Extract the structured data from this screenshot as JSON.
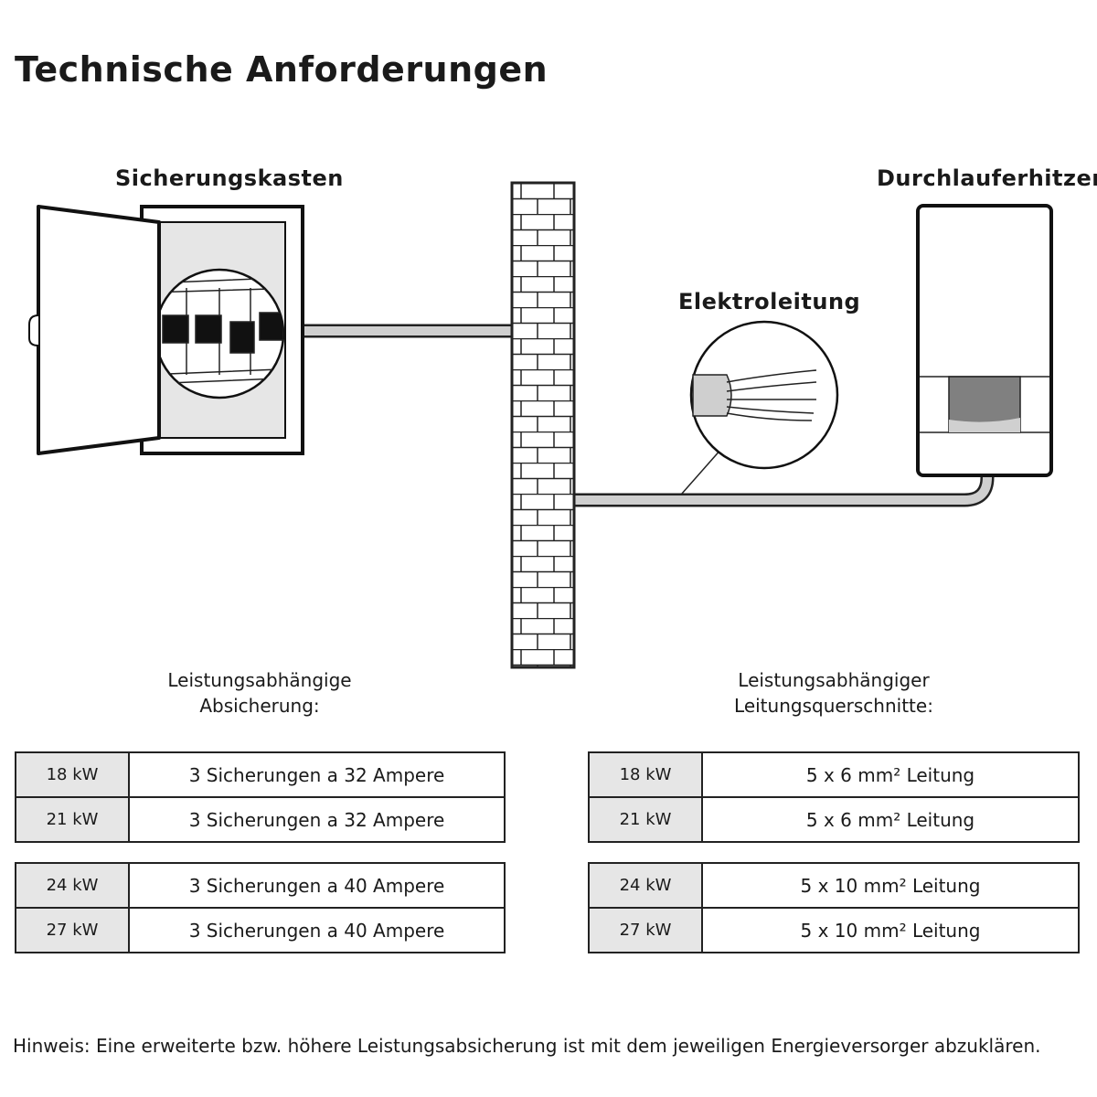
{
  "title": "Technische Anforderungen",
  "labels": {
    "fuse_box": "Sicherungskasten",
    "heater": "Durchlauferhitzer",
    "cable": "Elektroleitung"
  },
  "left_caption": [
    "Leistungsabhängige",
    "Absicherung:"
  ],
  "right_caption": [
    "Leistungsabhängiger",
    "Leitungsquerschnitte:"
  ],
  "fuse_tables": [
    [
      {
        "power": "18 kW",
        "value": "3 Sicherungen a 32 Ampere"
      },
      {
        "power": "21 kW",
        "value": "3 Sicherungen a 32 Ampere"
      }
    ],
    [
      {
        "power": "24 kW",
        "value": "3 Sicherungen a 40 Ampere"
      },
      {
        "power": "27 kW",
        "value": "3 Sicherungen a 40 Ampere"
      }
    ]
  ],
  "cable_tables": [
    [
      {
        "power": "18 kW",
        "value": "5 x 6 mm² Leitung"
      },
      {
        "power": "21 kW",
        "value": "5 x 6 mm² Leitung"
      }
    ],
    [
      {
        "power": "24 kW",
        "value": "5 x 10 mm² Leitung"
      },
      {
        "power": "27 kW",
        "value": "5 x 10 mm² Leitung"
      }
    ]
  ],
  "note": "Hinweis: Eine erweiterte bzw. höhere Leistungsabsicherung ist mit dem jeweiligen Energieversorger abzuklären.",
  "colors": {
    "panel_gray": "#e6e6e6",
    "cable_gray": "#cfcfcf",
    "display_dark": "#808080"
  }
}
